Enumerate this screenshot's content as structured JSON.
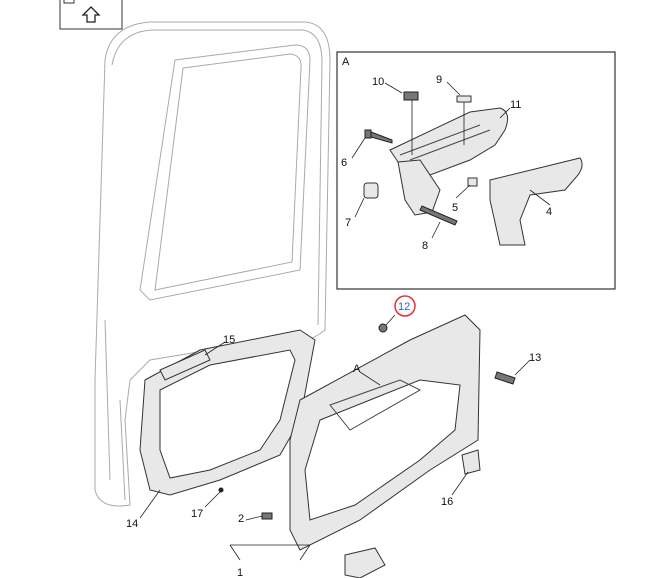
{
  "toolbar": {
    "up_icon": "up-arrow-icon"
  },
  "inset": {
    "label": "A"
  },
  "callouts": {
    "c1": "1",
    "c2": "2",
    "c4": "4",
    "c5": "5",
    "c6": "6",
    "c7": "7",
    "c8": "8",
    "c9": "9",
    "c10": "10",
    "c11": "11",
    "c12": "12",
    "c13": "13",
    "c14": "14",
    "c15": "15",
    "c16": "16",
    "c17": "17",
    "detail_a": "A"
  },
  "colors": {
    "highlight": "#e0303a",
    "highlight_text": "#3a5bc7"
  }
}
